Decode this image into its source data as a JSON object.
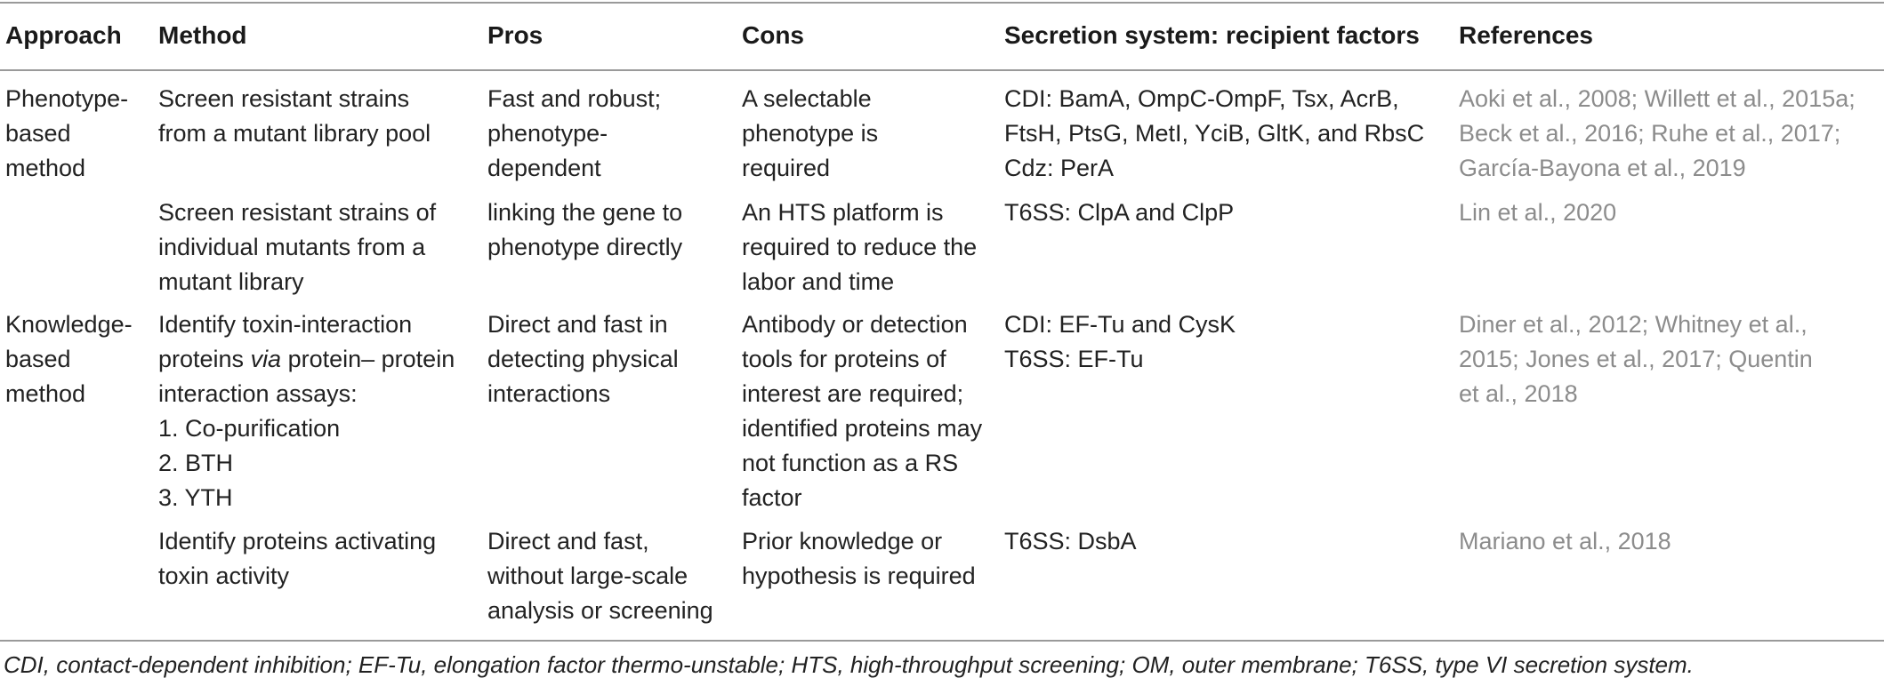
{
  "table": {
    "headers": [
      "Approach",
      "Method",
      "Pros",
      "Cons",
      "Secretion system: recipient factors",
      "References"
    ],
    "rows": [
      {
        "approach": [
          "Phenotype-",
          "based",
          "method"
        ],
        "method": [
          "Screen resistant strains",
          "from a mutant library pool"
        ],
        "pros": [
          "Fast and robust;",
          "phenotype-",
          "dependent"
        ],
        "cons": [
          "A selectable",
          "phenotype is",
          "required"
        ],
        "secretion": [
          "CDI: BamA, OmpC-OmpF, Tsx, AcrB,",
          "FtsH, PtsG, MetI, YciB, GltK, and RbsC",
          "Cdz: PerA"
        ],
        "references": [
          "Aoki et al., 2008; Willett et al., 2015a;",
          "Beck et al., 2016; Ruhe et al., 2017;",
          "García-Bayona et al., 2019"
        ]
      },
      {
        "approach": [],
        "method": [
          "Screen resistant strains of",
          "individual mutants from a",
          "mutant library"
        ],
        "pros": [
          "linking the gene to",
          "phenotype directly"
        ],
        "cons": [
          "An HTS platform is",
          "required to reduce the",
          "labor and time"
        ],
        "secretion": [
          "T6SS: ClpA and ClpP"
        ],
        "references": [
          "Lin et al., 2020"
        ]
      },
      {
        "approach": [
          "Knowledge-",
          "based",
          "method"
        ],
        "method": [
          "Identify toxin-interaction",
          "proteins via protein– protein",
          "interaction assays:",
          "1. Co-purification",
          "2. BTH",
          "3. YTH"
        ],
        "pros": [
          "Direct and fast in",
          "detecting physical",
          "interactions"
        ],
        "cons": [
          "Antibody or detection",
          "tools for proteins of",
          "interest are required;",
          "identified proteins may",
          "not function as a RS",
          "factor"
        ],
        "secretion": [
          "CDI: EF-Tu and CysK",
          "T6SS: EF-Tu"
        ],
        "references": [
          "Diner et al., 2012; Whitney et al.,",
          "2015; Jones et al., 2017; Quentin",
          "et al., 2018"
        ]
      },
      {
        "approach": [],
        "method": [
          "Identify proteins activating",
          "toxin activity"
        ],
        "pros": [
          "Direct and fast,",
          "without large-scale",
          "analysis or screening"
        ],
        "cons": [
          "Prior knowledge or",
          "hypothesis is required"
        ],
        "secretion": [
          "T6SS: DsbA"
        ],
        "references": [
          "Mariano et al., 2018"
        ]
      }
    ]
  },
  "footnote": "CDI, contact-dependent inhibition; EF-Tu, elongation factor thermo-unstable; HTS, high-throughput screening; OM, outer membrane; T6SS, type VI secretion system."
}
